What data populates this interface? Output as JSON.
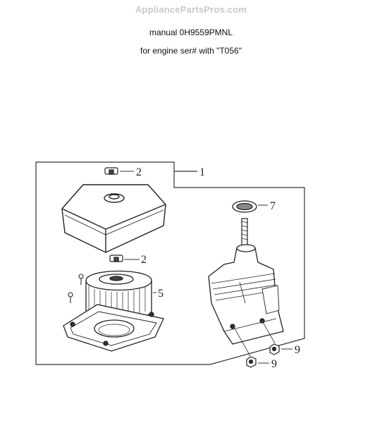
{
  "watermark": "AppliancePartsPros.com",
  "header": {
    "manual": "manual 0H9559PMNL",
    "engine": "for engine ser# with \"T056\""
  },
  "callouts": {
    "c1": "1",
    "c2a": "2",
    "c2b": "2",
    "c5": "5",
    "c7": "7",
    "c9a": "9",
    "c9b": "9"
  }
}
